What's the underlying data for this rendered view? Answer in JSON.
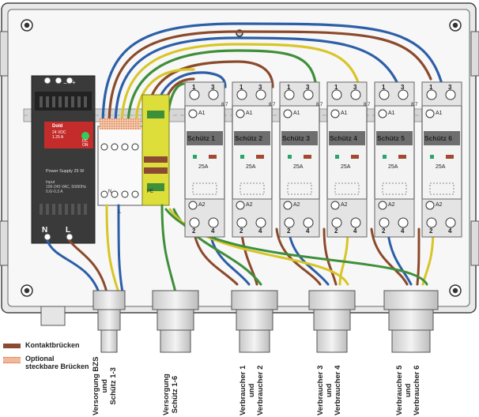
{
  "power_supply": {
    "brand": "Dold",
    "specs": [
      "24 VDC",
      "1.25 A"
    ],
    "dc_on": [
      "DC",
      "ON"
    ],
    "name": "Power Supply 25 W",
    "input": [
      "Input",
      "100-240 VAC, 50/60Hz",
      "0.6/-0.3 A"
    ],
    "term_labels": [
      "N",
      "L"
    ],
    "top_symbols": [
      "−",
      "+"
    ]
  },
  "terminal_block": {
    "labels": [
      "N",
      "L",
      "PE"
    ]
  },
  "contactors": [
    {
      "name": "Schütz 1",
      "rating": "25A",
      "top": [
        "1",
        "3"
      ],
      "bottom": [
        "2",
        "4"
      ],
      "a1": "A1",
      "a2": "A2",
      "bridge": "8.7"
    },
    {
      "name": "Schütz 2",
      "rating": "25A",
      "top": [
        "1",
        "3"
      ],
      "bottom": [
        "2",
        "4"
      ],
      "a1": "A1",
      "a2": "A2",
      "bridge": "8.7"
    },
    {
      "name": "Schütz 3",
      "rating": "25A",
      "top": [
        "1",
        "3"
      ],
      "bottom": [
        "2",
        "4"
      ],
      "a1": "A1",
      "a2": "A2",
      "bridge": "8.7"
    },
    {
      "name": "Schütz 4",
      "rating": "25A",
      "top": [
        "1",
        "3"
      ],
      "bottom": [
        "2",
        "4"
      ],
      "a1": "A1",
      "a2": "A2",
      "bridge": "8.7"
    },
    {
      "name": "Schütz 5",
      "rating": "25A",
      "top": [
        "1",
        "3"
      ],
      "bottom": [
        "2",
        "4"
      ],
      "a1": "A1",
      "a2": "A2",
      "bridge": "8.7"
    },
    {
      "name": "Schütz 6",
      "rating": "25A",
      "top": [
        "1",
        "3"
      ],
      "bottom": [
        "2",
        "4"
      ],
      "a1": "A1",
      "a2": "A2",
      "bridge": ""
    }
  ],
  "legend": {
    "contact_bridges": "Kontaktbrücken",
    "optional_line1": "Optional",
    "optional_line2": "steckbare Brücken",
    "colors": {
      "contact": "#8b4a32",
      "optional": "#e8a07a"
    }
  },
  "gland_labels": [
    [
      "Versorgung BZS",
      "und",
      "Schütz 1-3"
    ],
    [
      "Versorgung",
      "Schütz 1-6"
    ],
    [
      "Verbraucher 1",
      "und",
      "Verbraucher 2"
    ],
    [
      "Verbraucher 3",
      "und",
      "Verbraucher 4"
    ],
    [
      "Verbraucher 5",
      "und",
      "Verbraucher 6"
    ]
  ],
  "colors": {
    "wire_brown": "#8b4a2b",
    "wire_blue": "#2c5fa8",
    "wire_yellow": "#d8c526",
    "wire_green": "#3f8f3a",
    "enclosure": "#f4f4f4"
  }
}
